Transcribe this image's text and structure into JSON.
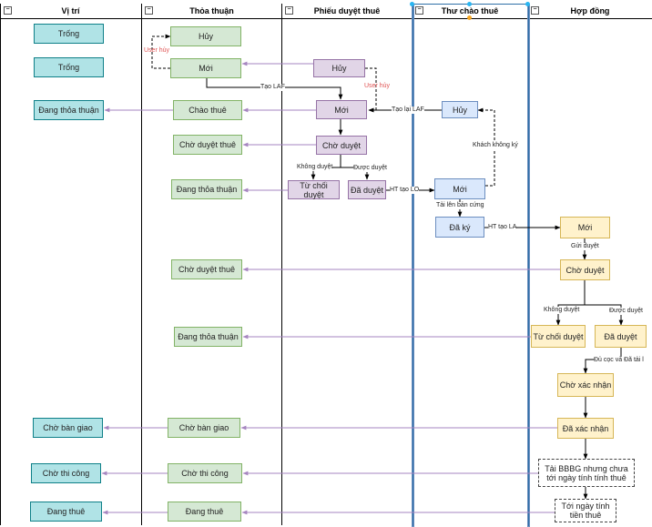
{
  "lanes": [
    {
      "title": "Vị trí"
    },
    {
      "title": "Thỏa thuận"
    },
    {
      "title": "Phiếu duyệt thuê"
    },
    {
      "title": "Thư chào thuê"
    },
    {
      "title": "Hợp đồng"
    }
  ],
  "nodes": {
    "vt_trong1": "Trống",
    "vt_trong2": "Trống",
    "vt_dang_thoa_thuan": "Đang thỏa thuận",
    "vt_cho_ban_giao": "Chờ bàn giao",
    "vt_cho_thi_cong": "Chờ thi công",
    "vt_dang_thue": "Đang thuê",
    "tt_huy": "Hủy",
    "tt_moi": "Mới",
    "tt_chao_thue": "Chào thuê",
    "tt_cho_duyet_thue1": "Chờ duyệt thuê",
    "tt_dang_thoa_thuan1": "Đang thỏa thuận",
    "tt_cho_duyet_thue2": "Chờ duyệt thuê",
    "tt_dang_thoa_thuan2": "Đang thỏa thuận",
    "tt_cho_ban_giao": "Chờ bàn giao",
    "tt_cho_thi_cong": "Chờ thi công",
    "tt_dang_thue": "Đang thuê",
    "pd_huy": "Hủy",
    "pd_moi": "Mới",
    "pd_cho_duyet": "Chờ duyệt",
    "pd_tu_choi": "Từ chối duyệt",
    "pd_da_duyet": "Đã duyệt",
    "tc_huy": "Hủy",
    "tc_moi": "Mới",
    "tc_da_ky": "Đã ký",
    "hd_moi": "Mới",
    "hd_cho_duyet": "Chờ duyệt",
    "hd_tu_choi": "Từ chối duyệt",
    "hd_da_duyet": "Đã duyệt",
    "hd_cho_xac_nhan": "Chờ xác nhận",
    "hd_da_xac_nhan": "Đã xác nhận",
    "hd_tai_bbbg": "Tải BBBG nhưng chưa tới ngày tính tính thuê",
    "hd_toi_ngay": "Tới ngày tính tiền thuê"
  },
  "edge_labels": {
    "user_huy_1": "User hủy",
    "tao_laf_1": "Tạo LAF",
    "user_huy_2": "User hủy",
    "tao_lai_laf": "Tạo lại LAF",
    "khach_khong_ky": "Khách không ký",
    "khong_duyet_1": "Không duyệt",
    "duoc_duyet_1": "Được duyệt",
    "ht_tao_lo": "HT tạo LO",
    "tai_len_ban_cung": "Tải lên bản cứng",
    "ht_tao_la": "HT tạo LA",
    "gui_duyet": "Gửi duyệt",
    "khong_duyet_2": "Không duyệt",
    "duoc_duyet_2": "Được duyệt",
    "du_coc": "Đủ cọc và Đã tải l"
  },
  "colors": {
    "teal_fill": "#b0e3e6",
    "teal_stroke": "#0e8088",
    "green_fill": "#d5e8d4",
    "green_stroke": "#82b366",
    "purple_fill": "#e1d5e7",
    "purple_stroke": "#9673a6",
    "blue_fill": "#dae8fc",
    "blue_stroke": "#6c8ebf",
    "yellow_fill": "#fff2cc",
    "yellow_stroke": "#d6b656",
    "arrow_purple": "#a686c0",
    "label_red": "#e05555"
  }
}
